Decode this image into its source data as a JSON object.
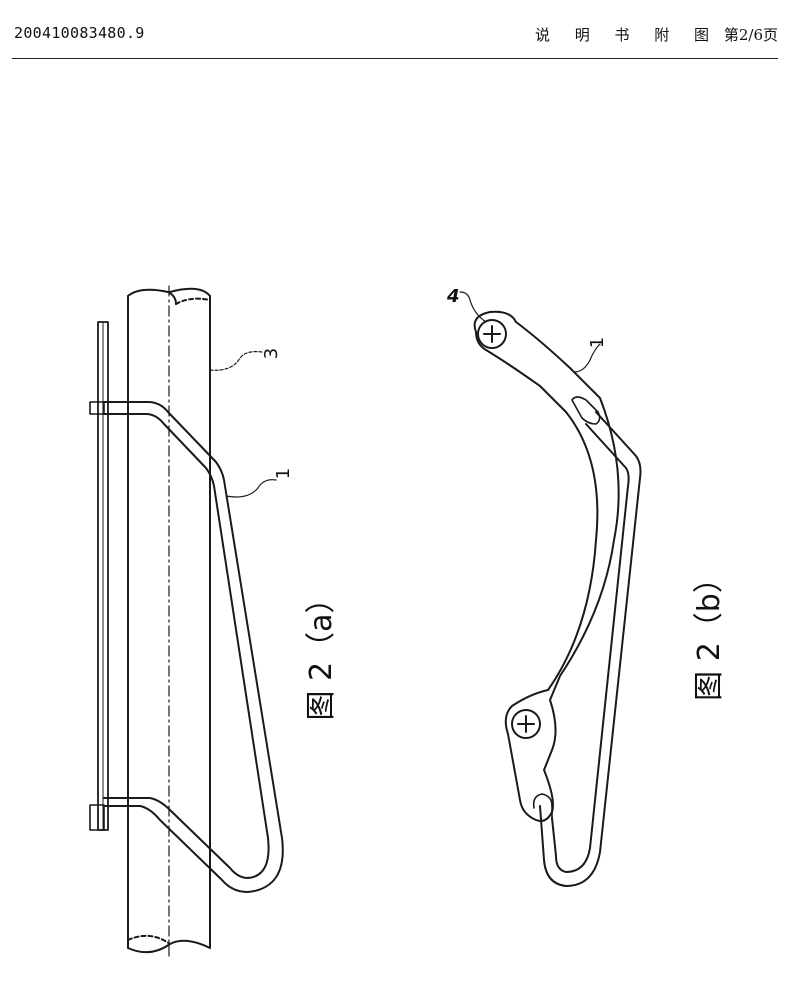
{
  "header": {
    "application_number": "200410083480.9",
    "sheet_label": "说 明 书 附 图",
    "page": "第2/6页"
  },
  "figures": [
    {
      "caption": "图 2（a）",
      "callouts": [
        "3",
        "1"
      ]
    },
    {
      "caption": "图 2（b）",
      "callouts": [
        "4",
        "1"
      ]
    }
  ]
}
